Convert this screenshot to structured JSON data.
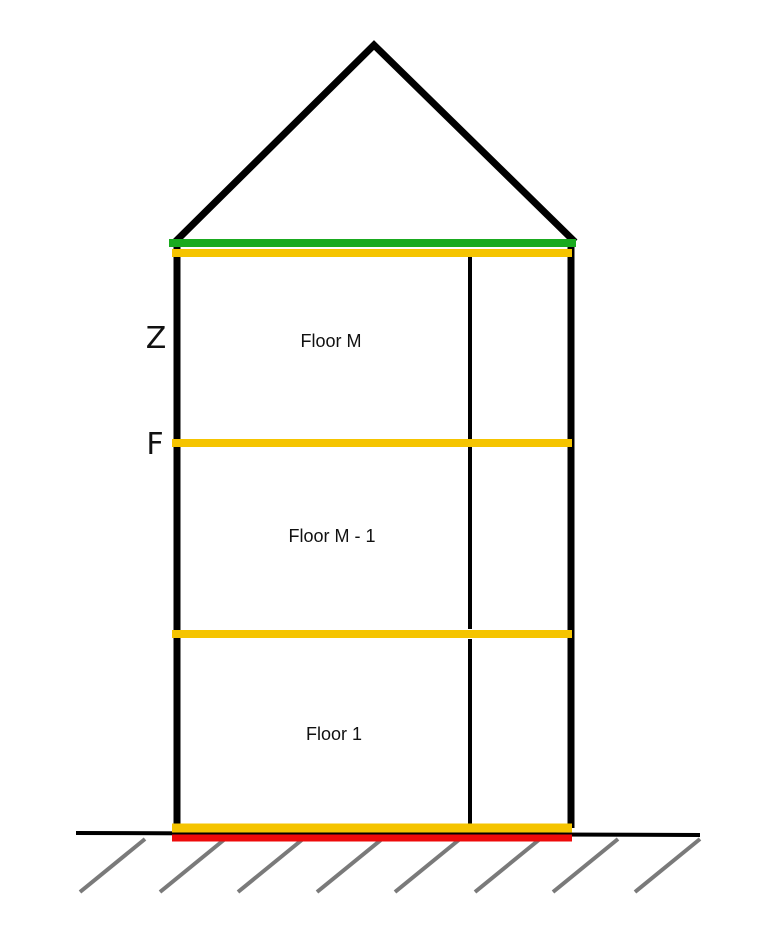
{
  "floors": {
    "top_label": "Floor M",
    "middle_label": "Floor M - 1",
    "bottom_label": "Floor 1"
  },
  "side_labels": {
    "z": "Z",
    "f": "F"
  },
  "colors": {
    "outline": "#000000",
    "roof_line": "#1aaa1f",
    "floor_slab": "#f5c400",
    "foundation": "#ee0a0a",
    "ground_hatch": "#7a7a7a"
  }
}
